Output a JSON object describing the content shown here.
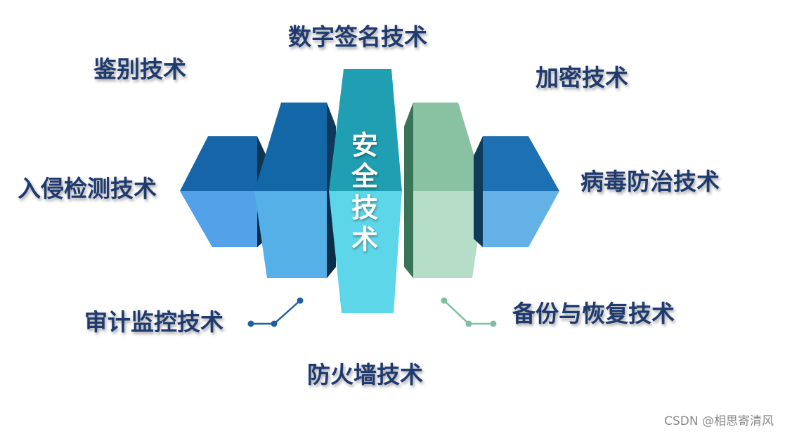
{
  "center": {
    "line1": "安",
    "line2": "全",
    "line3": "技",
    "line4": "术"
  },
  "labels": {
    "top": "数字签名技术",
    "upper_left": "鉴别技术",
    "upper_right": "加密技术",
    "mid_left": "入侵检测技术",
    "mid_right": "病毒防治技术",
    "lower_left": "审计监控技术",
    "lower_right": "备份与恢复技术",
    "bottom": "防火墙技术"
  },
  "watermark": "CSDN @相思寄清风",
  "colors": {
    "label_text": "#1f3a6e",
    "center_top": "#1f9fb1",
    "center_bottom": "#5cd6e8",
    "blue_dark": "#1565a8",
    "blue_light": "#55a5e6",
    "green_dark": "#88c2a3",
    "green_light": "#b6ddc7"
  }
}
